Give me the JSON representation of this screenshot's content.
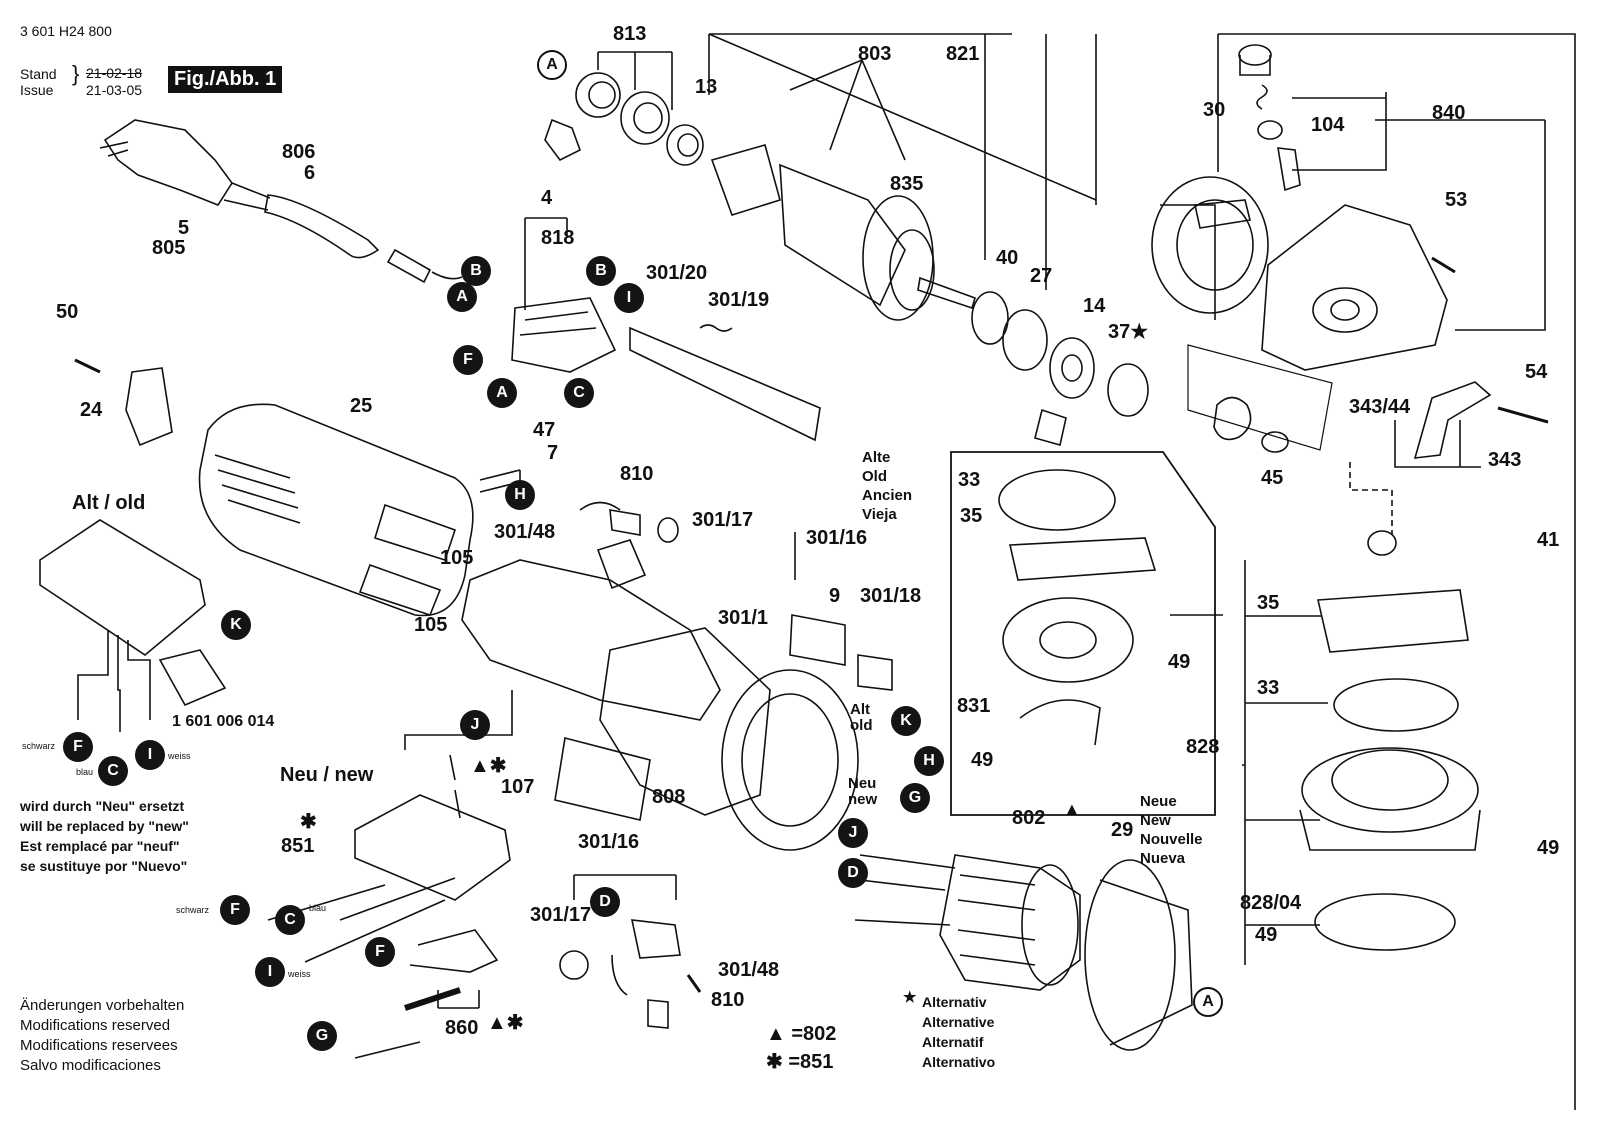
{
  "header": {
    "doc_number": "3 601 H24 800",
    "stand_label": "Stand",
    "issue_label": "Issue",
    "stand_date": "21-02-18",
    "issue_date": "21-03-05",
    "fig_label": "Fig./Abb. 1"
  },
  "part_numbers": {
    "p813": "813",
    "p13": "13",
    "p803": "803",
    "p821": "821",
    "p835": "835",
    "p806": "806",
    "p6": "6",
    "p5": "5",
    "p805": "805",
    "p4": "4",
    "p818": "818",
    "p301_20": "301/20",
    "p301_19": "301/19",
    "p40": "40",
    "p27": "27",
    "p14": "14",
    "p37": "37★",
    "p30": "30",
    "p104": "104",
    "p840": "840",
    "p53": "53",
    "p50": "50",
    "p24": "24",
    "p25": "25",
    "p47": "47",
    "p7": "7",
    "p810a": "810",
    "p301_17a": "301/17",
    "p301_16a": "301/16",
    "p301_48a": "301/48",
    "p105a": "105",
    "p105b": "105",
    "p9": "9",
    "p301_18": "301/18",
    "p301_1": "301/1",
    "p808": "808",
    "p54": "54",
    "p343_44": "343/44",
    "p343": "343",
    "p45": "45",
    "p41": "41",
    "p33a": "33",
    "p35a": "35",
    "p49a": "49",
    "p831": "831",
    "p49b": "49",
    "p35b": "35",
    "p33b": "33",
    "p828": "828",
    "p49c": "49",
    "p828_04": "828/04",
    "p49d": "49",
    "p802": "802",
    "p29": "29",
    "p107": "107",
    "p851": "851",
    "p301_16b": "301/16",
    "p301_17b": "301/17",
    "p301_48b": "301/48",
    "p810b": "810",
    "p860": "860",
    "kit_number": "1 601 006 014"
  },
  "callouts": {
    "A": "A",
    "B": "B",
    "C": "C",
    "D": "D",
    "F": "F",
    "G": "G",
    "H": "H",
    "I": "I",
    "J": "J",
    "K": "K"
  },
  "labels": {
    "alt_old": "Alt / old",
    "neu_new": "Neu / new",
    "alt_lines": [
      "Alte",
      "Old",
      "Ancien",
      "Vieja"
    ],
    "neue_lines": [
      "Neue",
      "New",
      "Nouvelle",
      "Nueva"
    ],
    "alt_short": [
      "Alt",
      "old"
    ],
    "neu_short": [
      "Neu",
      "new"
    ],
    "schwarz": "schwarz",
    "blau": "blau",
    "weiss": "weiss",
    "replaced_note": [
      "wird durch \"Neu\" ersetzt",
      "will be replaced by \"new\"",
      "Est remplacé par \"neuf\"",
      "se sustituye por \"Nuevo\""
    ],
    "modifications": [
      "Änderungen vorbehalten",
      "Modifications reserved",
      "Modifications reservees",
      "Salvo modificaciones"
    ],
    "alternativ": [
      "Alternativ",
      "Alternative",
      "Alternatif",
      "Alternativo"
    ],
    "legend_triangle": "▲ =802",
    "legend_star": "✱ =851",
    "tri_star": "▲✱"
  }
}
